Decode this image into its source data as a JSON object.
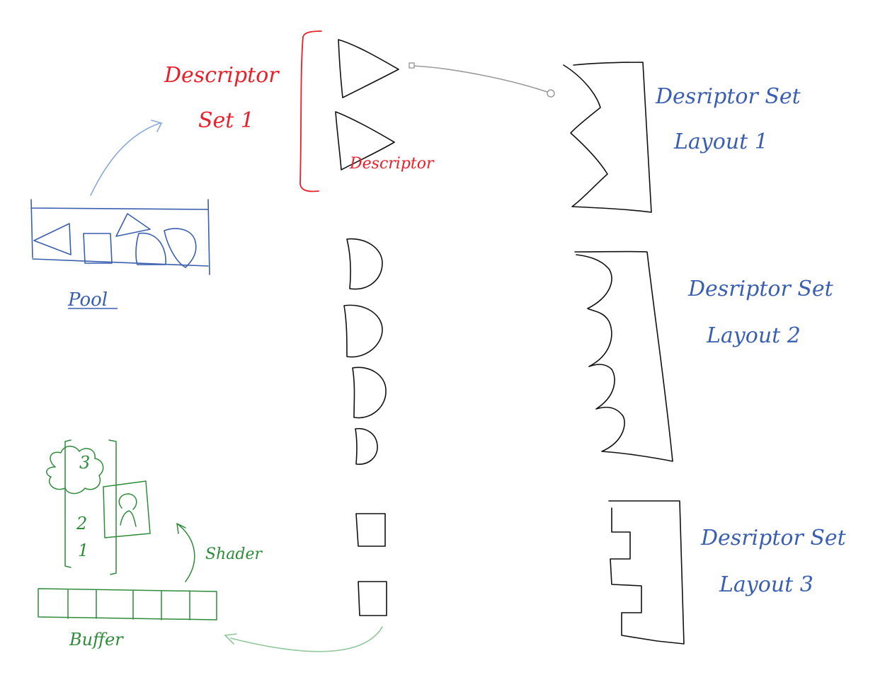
{
  "labels": {
    "descriptor_set_1": [
      "Descriptor",
      "Set 1"
    ],
    "descriptor": "Descriptor",
    "layout_1": [
      "Desriptor Set",
      "Layout 1"
    ],
    "layout_2": [
      "Desriptor Set",
      "Layout 2"
    ],
    "layout_3": [
      "Desriptor Set",
      "Layout 3"
    ],
    "pool": "Pool",
    "shader": "Shader",
    "buffer": "Buffer",
    "binding_numbers": [
      "3",
      "2",
      "1"
    ]
  },
  "colors": {
    "red": "#e8202a",
    "blue": "#3a5fb0",
    "green": "#2e8b3a",
    "ink": "#111111",
    "connector": "#999999"
  }
}
